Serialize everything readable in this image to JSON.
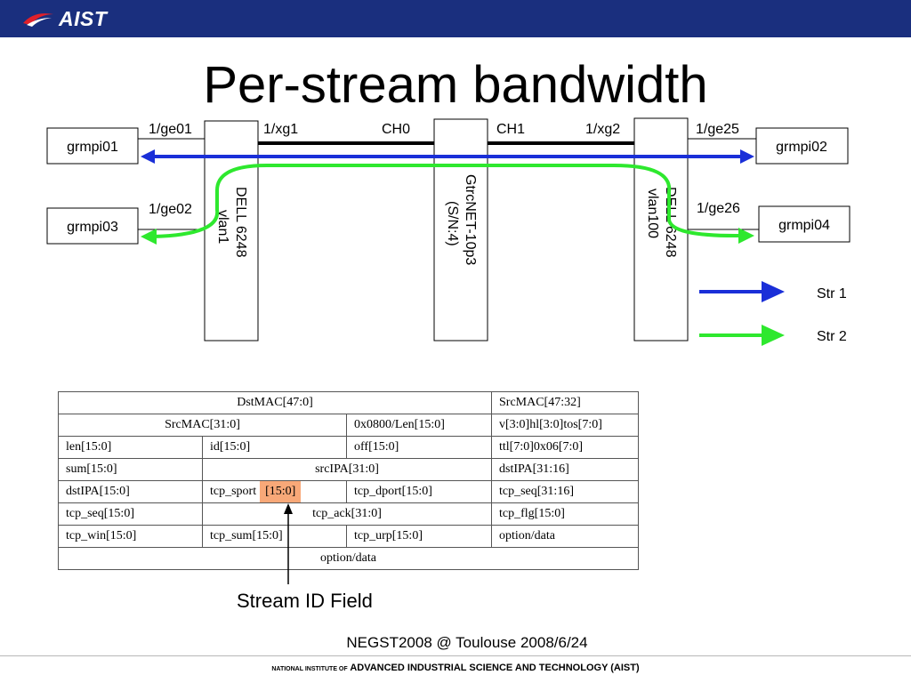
{
  "header": {
    "logo_text": "AIST"
  },
  "title": "Per-stream bandwidth",
  "diagram": {
    "hosts": {
      "grmpi01": "grmpi01",
      "grmpi02": "grmpi02",
      "grmpi03": "grmpi03",
      "grmpi04": "grmpi04"
    },
    "ports": {
      "ge01": "1/ge01",
      "xg1": "1/xg1",
      "ch0": "CH0",
      "ch1": "CH1",
      "xg2": "1/xg2",
      "ge25": "1/ge25",
      "ge02": "1/ge02",
      "ge26": "1/ge26"
    },
    "switches": {
      "left_line1": "DELL 6248",
      "left_line2": "vlan1",
      "middle_line1": "GtrcNET-10p3",
      "middle_line2": "(S/N:4)",
      "right_line1": "DELL 6248",
      "right_line2": "vlan100"
    },
    "legend": [
      {
        "label": "Str 1",
        "color": "#1a2fd8"
      },
      {
        "label": "Str 2",
        "color": "#2ee82e"
      }
    ]
  },
  "packet_table": {
    "rows": [
      [
        "DstMAC[47:0]",
        "SrcMAC[47:32]"
      ],
      [
        "SrcMAC[31:0]",
        "0x0800/Len[15:0]",
        "v[3:0]hl[3:0]tos[7:0]"
      ],
      [
        "len[15:0]",
        "id[15:0]",
        "off[15:0]",
        "ttl[7:0]0x06[7:0]"
      ],
      [
        "sum[15:0]",
        "srcIPA[31:0]",
        "dstIPA[31:16]"
      ],
      [
        "dstIPA[15:0]",
        "tcp_sport",
        "[15:0]",
        "tcp_dport[15:0]",
        "tcp_seq[31:16]"
      ],
      [
        "tcp_seq[15:0]",
        "tcp_ack[31:0]",
        "tcp_flg[15:0]"
      ],
      [
        "tcp_win[15:0]",
        "tcp_sum[15:0]",
        "tcp_urp[15:0]",
        "option/data"
      ],
      [
        "option/data"
      ]
    ]
  },
  "caption": "Stream ID Field",
  "conference": "NEGST2008 @ Toulouse 2008/6/24",
  "footer": {
    "prefix": "NATIONAL INSTITUTE OF",
    "main": "ADVANCED INDUSTRIAL SCIENCE AND TECHNOLOGY (AIST)"
  }
}
